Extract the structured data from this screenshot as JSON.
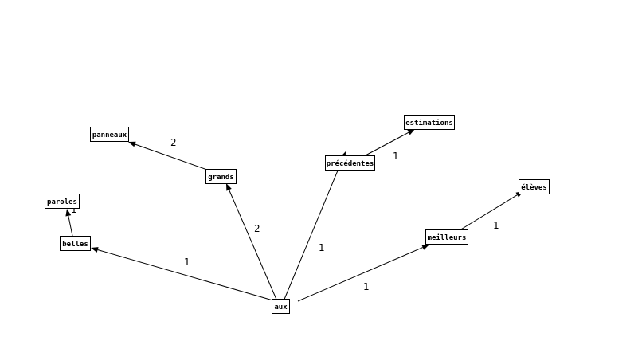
{
  "nodes": [
    {
      "id": "aux",
      "label": "aux"
    },
    {
      "id": "belles",
      "label": "belles"
    },
    {
      "id": "paroles",
      "label": "paroles"
    },
    {
      "id": "grands",
      "label": "grands"
    },
    {
      "id": "panneaux",
      "label": "panneaux"
    },
    {
      "id": "precedentes",
      "label": "précédentes"
    },
    {
      "id": "estimations",
      "label": "estimations"
    },
    {
      "id": "meilleurs",
      "label": "meilleurs"
    },
    {
      "id": "eleves",
      "label": "élèves"
    }
  ],
  "edges": [
    {
      "from": "aux",
      "to": "belles",
      "weight": "1"
    },
    {
      "from": "aux",
      "to": "grands",
      "weight": "2"
    },
    {
      "from": "aux",
      "to": "precedentes",
      "weight": "1"
    },
    {
      "from": "aux",
      "to": "meilleurs",
      "weight": "1"
    },
    {
      "from": "belles",
      "to": "paroles",
      "weight": "1"
    },
    {
      "from": "grands",
      "to": "panneaux",
      "weight": "2"
    },
    {
      "from": "precedentes",
      "to": "estimations",
      "weight": "1"
    },
    {
      "from": "meilleurs",
      "to": "eleves",
      "weight": "1"
    }
  ],
  "colors": {
    "line": "#000000",
    "node_fill": "#ffffff",
    "background": "#ffffff"
  }
}
